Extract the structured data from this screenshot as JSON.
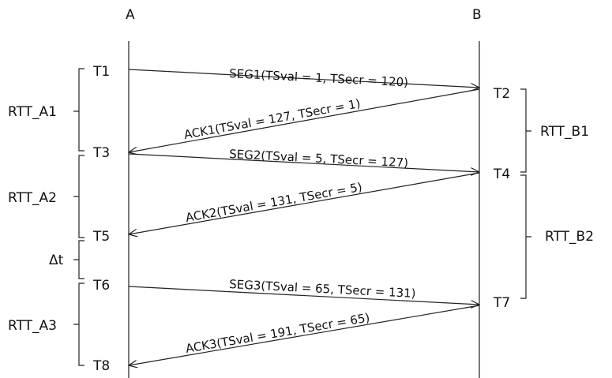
{
  "hosts": {
    "a": "A",
    "b": "B"
  },
  "times": {
    "t1": "T1",
    "t2": "T2",
    "t3": "T3",
    "t4": "T4",
    "t5": "T5",
    "t6": "T6",
    "t7": "T7",
    "t8": "T8"
  },
  "messages": {
    "seg1": "SEG1(TSval = 1, TSecr = 120)",
    "ack1": "ACK1(TSval = 127, TSecr = 1)",
    "seg2": "SEG2(TSval = 5, TSecr = 127)",
    "ack2": "ACK2(TSval = 131, TSecr = 5)",
    "seg3": "SEG3(TSval = 65, TSecr = 131)",
    "ack3": "ACK3(TSval = 191, TSecr = 65)"
  },
  "intervals": {
    "rtt_a1": "RTT_A1",
    "rtt_a2": "RTT_A2",
    "delta_t": "Δt",
    "rtt_a3": "RTT_A3",
    "rtt_b1": "RTT_B1",
    "rtt_b2": "RTT_B2"
  }
}
